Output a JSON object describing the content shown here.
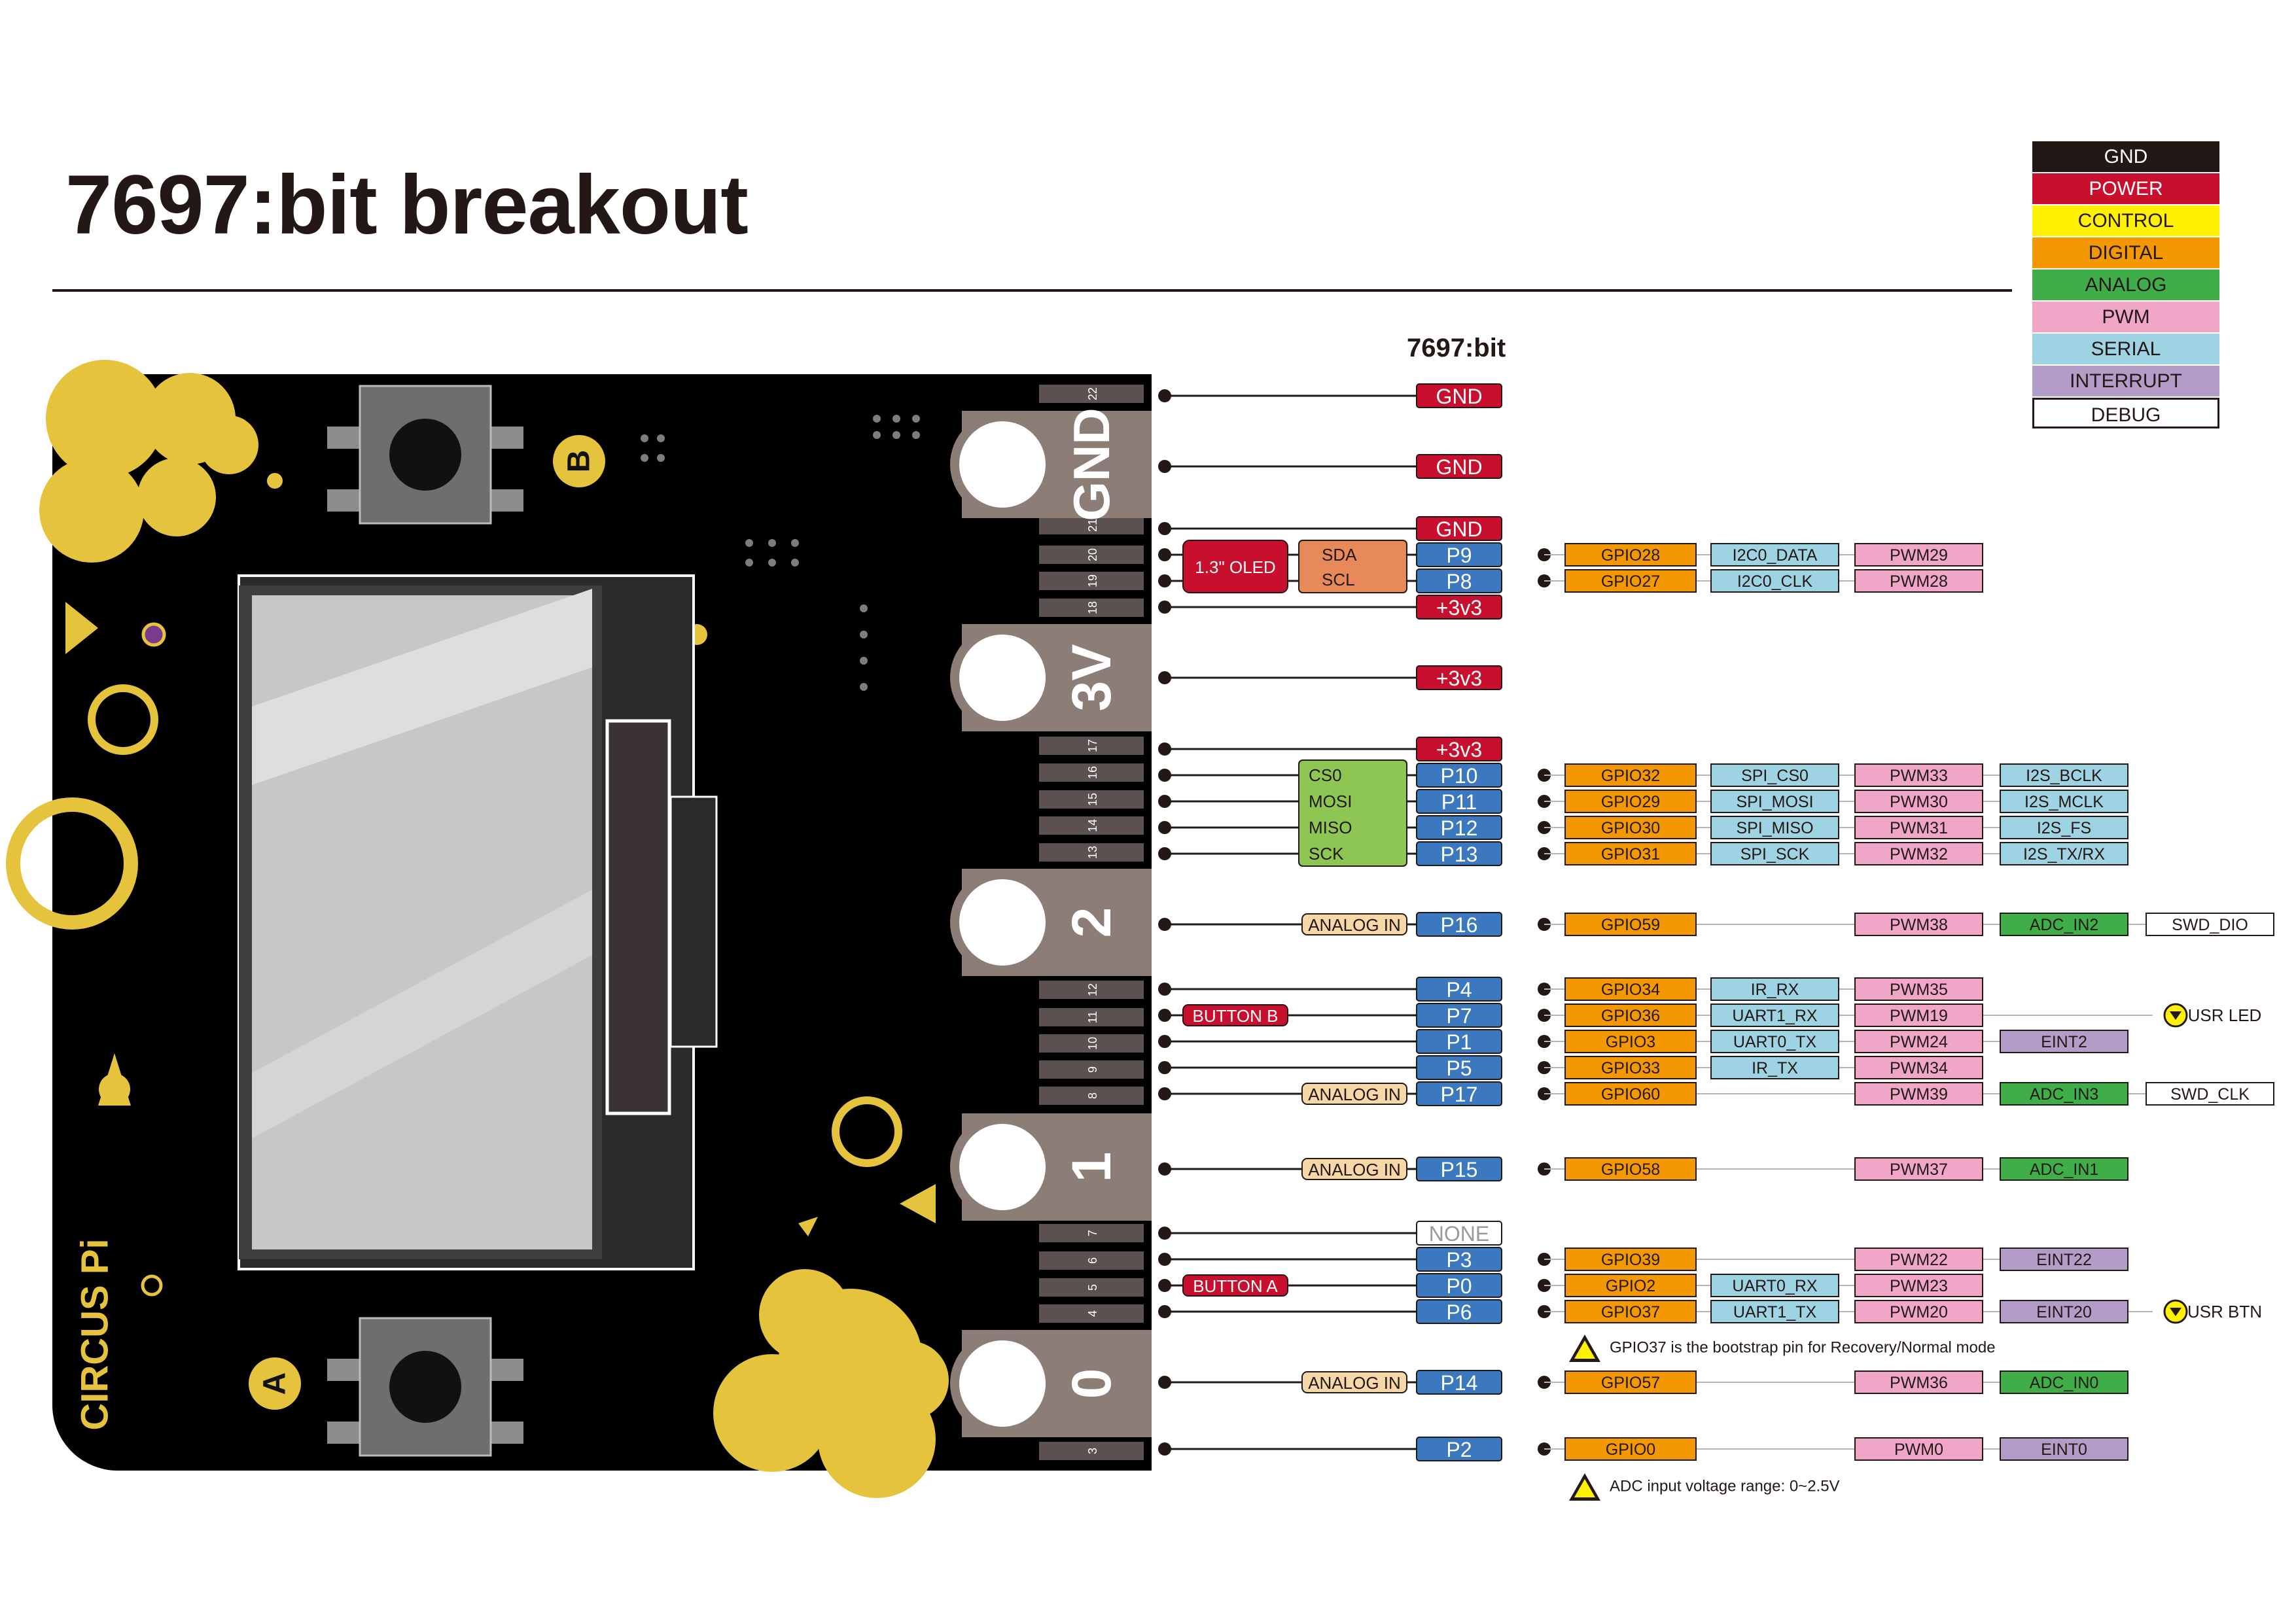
{
  "title": "7697:bit breakout",
  "board_label": "7697:bit",
  "legend": [
    {
      "label": "GND",
      "bg": "#231815",
      "fg": "#ffffff"
    },
    {
      "label": "POWER",
      "bg": "#c8102e",
      "fg": "#ffffff"
    },
    {
      "label": "CONTROL",
      "bg": "#fff100",
      "fg": "#231815"
    },
    {
      "label": "DIGITAL",
      "bg": "#f39800",
      "fg": "#231815"
    },
    {
      "label": "ANALOG",
      "bg": "#3fae49",
      "fg": "#231815"
    },
    {
      "label": "PWM",
      "bg": "#f0a7c7",
      "fg": "#231815"
    },
    {
      "label": "SERIAL",
      "bg": "#9dd3e2",
      "fg": "#231815"
    },
    {
      "label": "INTERRUPT",
      "bg": "#b49cc9",
      "fg": "#231815"
    },
    {
      "label": "DEBUG",
      "bg": "#ffffff",
      "fg": "#231815"
    }
  ],
  "colors": {
    "gnd": "#231815",
    "power": "#c8102e",
    "pin": "#3b78c0",
    "digital": "#f39800",
    "analog": "#3fae49",
    "pwm": "#f0a7c7",
    "serial": "#9dd3e2",
    "interrupt": "#b49cc9",
    "debug": "#ffffff",
    "oled": "#e8895a",
    "spi": "#8dc653",
    "analog_in": "#f6d7a7",
    "board": "#000000",
    "gold": "#e5c33c",
    "pad": "#8c7d77"
  },
  "board": {
    "pads": [
      "GND",
      "3V",
      "2",
      "1",
      "0"
    ],
    "brand": "CIRCUS Pi",
    "button_a": "A",
    "button_b": "B",
    "edge_numbers": [
      "22",
      "21",
      "20",
      "19",
      "18",
      "17",
      "16",
      "15",
      "14",
      "13",
      "12",
      "11",
      "10",
      "9",
      "8",
      "7",
      "6",
      "5",
      "4",
      "3"
    ]
  },
  "pins": [
    {
      "pin": "GND",
      "kind": "gnd"
    },
    {
      "pin": "GND",
      "kind": "gnd"
    },
    {
      "pin": "GND",
      "kind": "gnd"
    },
    {
      "pin": "P9",
      "kind": "pin",
      "periph": "SDA",
      "gpio": "GPIO28",
      "serial": "I2C0_DATA",
      "pwm": "PWM29"
    },
    {
      "pin": "P8",
      "kind": "pin",
      "periph": "SCL",
      "gpio": "GPIO27",
      "serial": "I2C0_CLK",
      "pwm": "PWM28"
    },
    {
      "pin": "+3v3",
      "kind": "power"
    },
    {
      "pin": "+3v3",
      "kind": "power"
    },
    {
      "pin": "+3v3",
      "kind": "power"
    },
    {
      "pin": "P10",
      "kind": "pin",
      "periph": "CS0",
      "gpio": "GPIO32",
      "serial": "SPI_CS0",
      "pwm": "PWM33",
      "extra": "I2S_BCLK"
    },
    {
      "pin": "P11",
      "kind": "pin",
      "periph": "MOSI",
      "gpio": "GPIO29",
      "serial": "SPI_MOSI",
      "pwm": "PWM30",
      "extra": "I2S_MCLK"
    },
    {
      "pin": "P12",
      "kind": "pin",
      "periph": "MISO",
      "gpio": "GPIO30",
      "serial": "SPI_MISO",
      "pwm": "PWM31",
      "extra": "I2S_FS"
    },
    {
      "pin": "P13",
      "kind": "pin",
      "periph": "SCK",
      "gpio": "GPIO31",
      "serial": "SPI_SCK",
      "pwm": "PWM32",
      "extra": "I2S_TX/RX"
    },
    {
      "pin": "P16",
      "kind": "pin",
      "tag": "ANALOG IN",
      "gpio": "GPIO59",
      "pwm": "PWM38",
      "extra": "ADC_IN2",
      "debug": "SWD_DIO"
    },
    {
      "pin": "P4",
      "kind": "pin",
      "gpio": "GPIO34",
      "serial": "IR_RX",
      "pwm": "PWM35"
    },
    {
      "pin": "P7",
      "kind": "pin",
      "tag": "BUTTON B",
      "gpio": "GPIO36",
      "serial": "UART1_RX",
      "pwm": "PWM19",
      "side": "USR LED"
    },
    {
      "pin": "P1",
      "kind": "pin",
      "gpio": "GPIO3",
      "serial": "UART0_TX",
      "pwm": "PWM24",
      "extra": "EINT2"
    },
    {
      "pin": "P5",
      "kind": "pin",
      "gpio": "GPIO33",
      "serial": "IR_TX",
      "pwm": "PWM34"
    },
    {
      "pin": "P17",
      "kind": "pin",
      "tag": "ANALOG IN",
      "gpio": "GPIO60",
      "pwm": "PWM39",
      "extra": "ADC_IN3",
      "debug": "SWD_CLK"
    },
    {
      "pin": "P15",
      "kind": "pin",
      "tag": "ANALOG IN",
      "gpio": "GPIO58",
      "pwm": "PWM37",
      "extra": "ADC_IN1"
    },
    {
      "pin": "NONE",
      "kind": "none"
    },
    {
      "pin": "P3",
      "kind": "pin",
      "gpio": "GPIO39",
      "pwm": "PWM22",
      "extra": "EINT22"
    },
    {
      "pin": "P0",
      "kind": "pin",
      "tag": "BUTTON A",
      "gpio": "GPIO2",
      "serial": "UART0_RX",
      "pwm": "PWM23"
    },
    {
      "pin": "P6",
      "kind": "pin",
      "gpio": "GPIO37",
      "serial": "UART1_TX",
      "pwm": "PWM20",
      "extra": "EINT20",
      "side": "USR BTN"
    },
    {
      "pin": "P14",
      "kind": "pin",
      "tag": "ANALOG IN",
      "gpio": "GPIO57",
      "pwm": "PWM36",
      "extra": "ADC_IN0"
    },
    {
      "pin": "P2",
      "kind": "pin",
      "gpio": "GPIO0",
      "pwm": "PWM0",
      "extra": "EINT0"
    }
  ],
  "oled_label": "1.3\" OLED",
  "notes": {
    "bootstrap": "GPIO37 is the bootstrap pin for Recovery/Normal mode",
    "adc": "ADC input voltage range: 0~2.5V"
  }
}
